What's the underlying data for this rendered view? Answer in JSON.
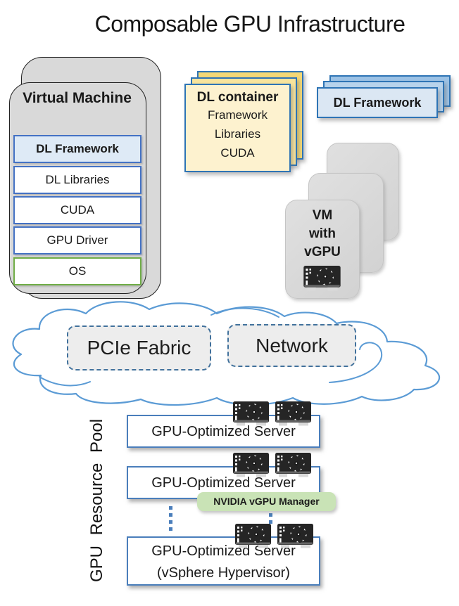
{
  "title": "Composable GPU Infrastructure",
  "virtual_machine": {
    "title": "Virtual Machine",
    "layers": [
      "DL Framework",
      "DL Libraries",
      "CUDA",
      "GPU Driver",
      "OS"
    ]
  },
  "dl_container": {
    "title": "DL container",
    "lines": [
      "Framework",
      "Libraries",
      "CUDA"
    ]
  },
  "dl_framework_stack": {
    "label": "DL Framework"
  },
  "vm_with_vgpu": {
    "lines": [
      "VM",
      "with",
      "vGPU"
    ],
    "icon": "gpu-card-icon"
  },
  "fabric_cloud": {
    "pcie_label": "PCIe Fabric",
    "network_label": "Network"
  },
  "gpu_resource_pool": {
    "axis_label": "GPU Resource Pool",
    "servers": [
      {
        "label": "GPU-Optimized Server"
      },
      {
        "label": "GPU-Optimized Server"
      },
      {
        "label": "GPU-Optimized Server",
        "sublabel": "(vSphere Hypervisor)"
      }
    ],
    "manager_badge": "NVIDIA vGPU Manager"
  },
  "icons": {
    "gpu_card": "gpu-card-icon"
  },
  "colors": {
    "card_border_blue": "#2E74B5",
    "layer_border_blue": "#4472C4",
    "light_blue_fill": "#DEEAF6",
    "mid_blue_fill": "#9CC2E5",
    "yellow_front_fill": "#FDF2CF",
    "yellow_back_fill": "#F3D876",
    "gray_card_fill": "#D9D9D9",
    "os_border_green": "#70AD47",
    "badge_green_fill": "#C9E3B6",
    "cloud_stroke_blue": "#5B9BD5",
    "server_border_blue": "#4A7EBB"
  }
}
